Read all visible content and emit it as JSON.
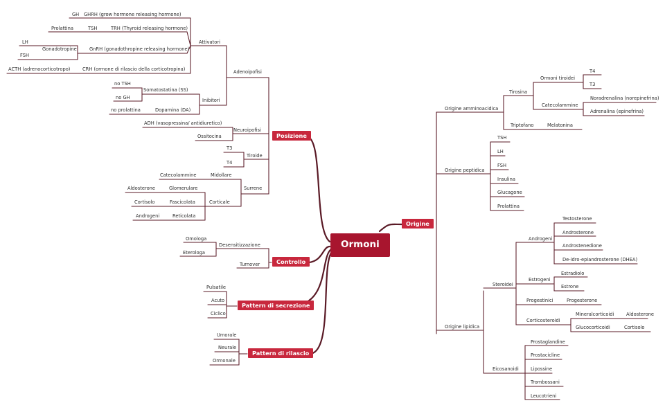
{
  "root": "Ormoni",
  "nodes": {
    "gh": "GH",
    "ghrh": "GHRH (grow hormone releasing hormone)",
    "prolattina_l": "Prolattina",
    "tsh_l": "TSH",
    "trh": "TRH (Thyroid releasing hormone)",
    "attivatori": "Attivatori",
    "lh_l": "LH",
    "fsh_l": "FSH",
    "gonadotropine": "Gonadotropine",
    "gnrh": "GnRH (gonadothropine releasing hormone)",
    "acth": "ACTH (adrenocorticotropo)",
    "crh": "CRH (ormone di rilascio della corticotropina)",
    "adenoipofisi": "Adenoipofisi",
    "no_tsh": "no TSH",
    "somatostatina": "Somatostatina (SS)",
    "no_gh": "no GH",
    "inibitori": "Inibitori",
    "no_prolattina": "no prolattina",
    "dopamina": "Dopamina (DA)",
    "adh": "ADH (vasopressina/ antidiuretico)",
    "neuroipofisi": "Neuroipofisi",
    "ossitocina": "Ossitocina",
    "t3_l": "T3",
    "tiroide": "Tiroide",
    "t4_l": "T4",
    "catecolammine_l": "Catecolammine",
    "midollare": "Midollare",
    "surrene": "Surrene",
    "aldosterone_l": "Aldosterone",
    "glomerulare": "Glomerulare",
    "cortisolo_l": "Cortisolo",
    "fascicolata": "Fascicolata",
    "corticale": "Corticale",
    "androgeni_l": "Androgeni",
    "reticolata": "Reticolata",
    "omologa": "Omologa",
    "desensitizzazione": "Desensitizzazione",
    "eterologa": "Eterologa",
    "turnover": "Turnover",
    "pulsatile": "Pulsatile",
    "acuto": "Acuto",
    "ciclico": "Ciclico",
    "umorale": "Umorale",
    "neurale": "Neurale",
    "ormonale": "Ormonale",
    "origine_amminoacidica": "Origine amminoacidica",
    "tirosina": "Tirosina",
    "ormoni_tiroidei": "Ormoni tiroidei",
    "t4_r": "T4",
    "t3_r": "T3",
    "catecolammine_r": "Catecolammine",
    "noradrenalina": "Noradrenalina (norepinefrina)",
    "adrenalina": "Adrenalina (epinefrina)",
    "triptofano": "Triptofano",
    "melatonina": "Melatonina",
    "origine_peptidica": "Origine peptidica",
    "tsh_r": "TSH",
    "lh_r": "LH",
    "fsh_r": "FSH",
    "insulina": "Insulina",
    "glucagone": "Glucagone",
    "prolattina_r": "Prolattina",
    "androgeni_r": "Androgeni",
    "testosterone": "Testosterone",
    "androsterone": "Androsterone",
    "androstenedione": "Androstenedione",
    "dhea": "De-idro-epiandrosterone (DHEA)",
    "steroidei": "Steroidei",
    "estrogeni": "Estrogeni",
    "estradiolo": "Estradiolo",
    "estrone": "Estrone",
    "progestinici": "Progestinici",
    "progesterone": "Progesterone",
    "corticosteroidi": "Corticosteroidi",
    "mineralcorticoidi": "Mineralcorticoidi",
    "aldosterone_r": "Aldosterone",
    "glucocorticoidi": "Glucocorticoidi",
    "cortisolo_r": "Cortisolo",
    "origine_lipidica": "Origine lipidica",
    "eicosanoidi": "Eicosanoidi",
    "prostaglandine": "Prostaglandine",
    "prostacicline": "Prostacicline",
    "lipossine": "Lipossine",
    "trombossani": "Trombossani",
    "leucotrieni": "Leucotrieni"
  },
  "branches": {
    "posizione": "Posizione",
    "controllo": "Controllo",
    "pattern_secrezione": "Pattern di secrezione",
    "pattern_rilascio": "Pattern di rilascio",
    "origine": "Origine"
  }
}
